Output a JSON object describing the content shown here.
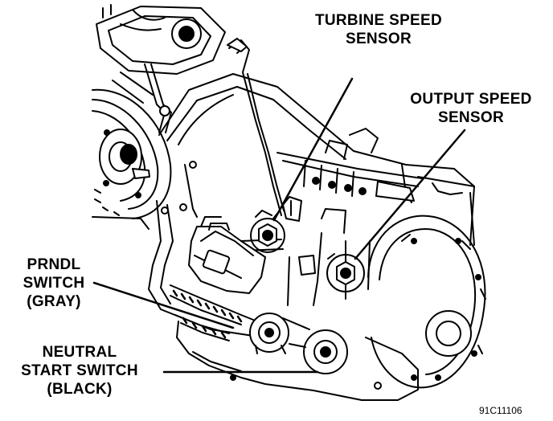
{
  "labels": {
    "turbine_speed_sensor": [
      "TURBINE SPEED",
      "SENSOR"
    ],
    "output_speed_sensor": [
      "OUTPUT SPEED",
      "SENSOR"
    ],
    "prndl_switch": [
      "PRNDL",
      "SWITCH",
      "(GRAY)"
    ],
    "neutral_start_switch": [
      "NEUTRAL",
      "START SWITCH",
      "(BLACK)"
    ]
  },
  "figure_ref": "91C11106",
  "colors": {
    "ink": "#000000",
    "paper": "#ffffff"
  }
}
